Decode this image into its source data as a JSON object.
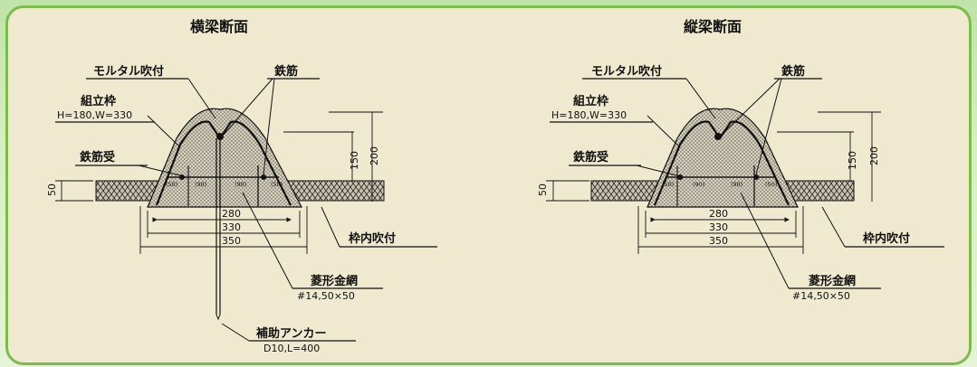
{
  "left": {
    "title": "横梁断面",
    "mortar": "モルタル吹付",
    "rebar": "鉄筋",
    "frame_name": "組立枠",
    "frame_size": "H=180,W=330",
    "rebar_support": "鉄筋受",
    "inner_spray": "枠内吹付",
    "mesh": "菱形金網",
    "mesh_spec": "#14,50×50",
    "anchor": "補助アンカー",
    "anchor_spec": "D10,L=400",
    "dim_280": "280",
    "dim_330": "330",
    "dim_350": "350",
    "dim_200": "200",
    "dim_150": "150",
    "dim_50": "50",
    "sub_50a": "(50)",
    "sub_90a": "(90)",
    "sub_90b": "(90)",
    "sub_50b": "(50)"
  },
  "right": {
    "title": "縦梁断面",
    "mortar": "モルタル吹付",
    "rebar": "鉄筋",
    "frame_name": "組立枠",
    "frame_size": "H=180,W=330",
    "rebar_support": "鉄筋受",
    "inner_spray": "枠内吹付",
    "mesh": "菱形金網",
    "mesh_spec": "#14,50×50",
    "dim_280": "280",
    "dim_330": "330",
    "dim_350": "350",
    "dim_200": "200",
    "dim_150": "150",
    "dim_50": "50",
    "sub_50a": "(50)",
    "sub_90a": "(90)",
    "sub_90b": "(90)",
    "sub_50b": "(50)"
  },
  "colors": {
    "border": "#7dbb4d",
    "panel": "#efe9cf",
    "ink": "#111111",
    "hatch": "#c9c3ad"
  }
}
